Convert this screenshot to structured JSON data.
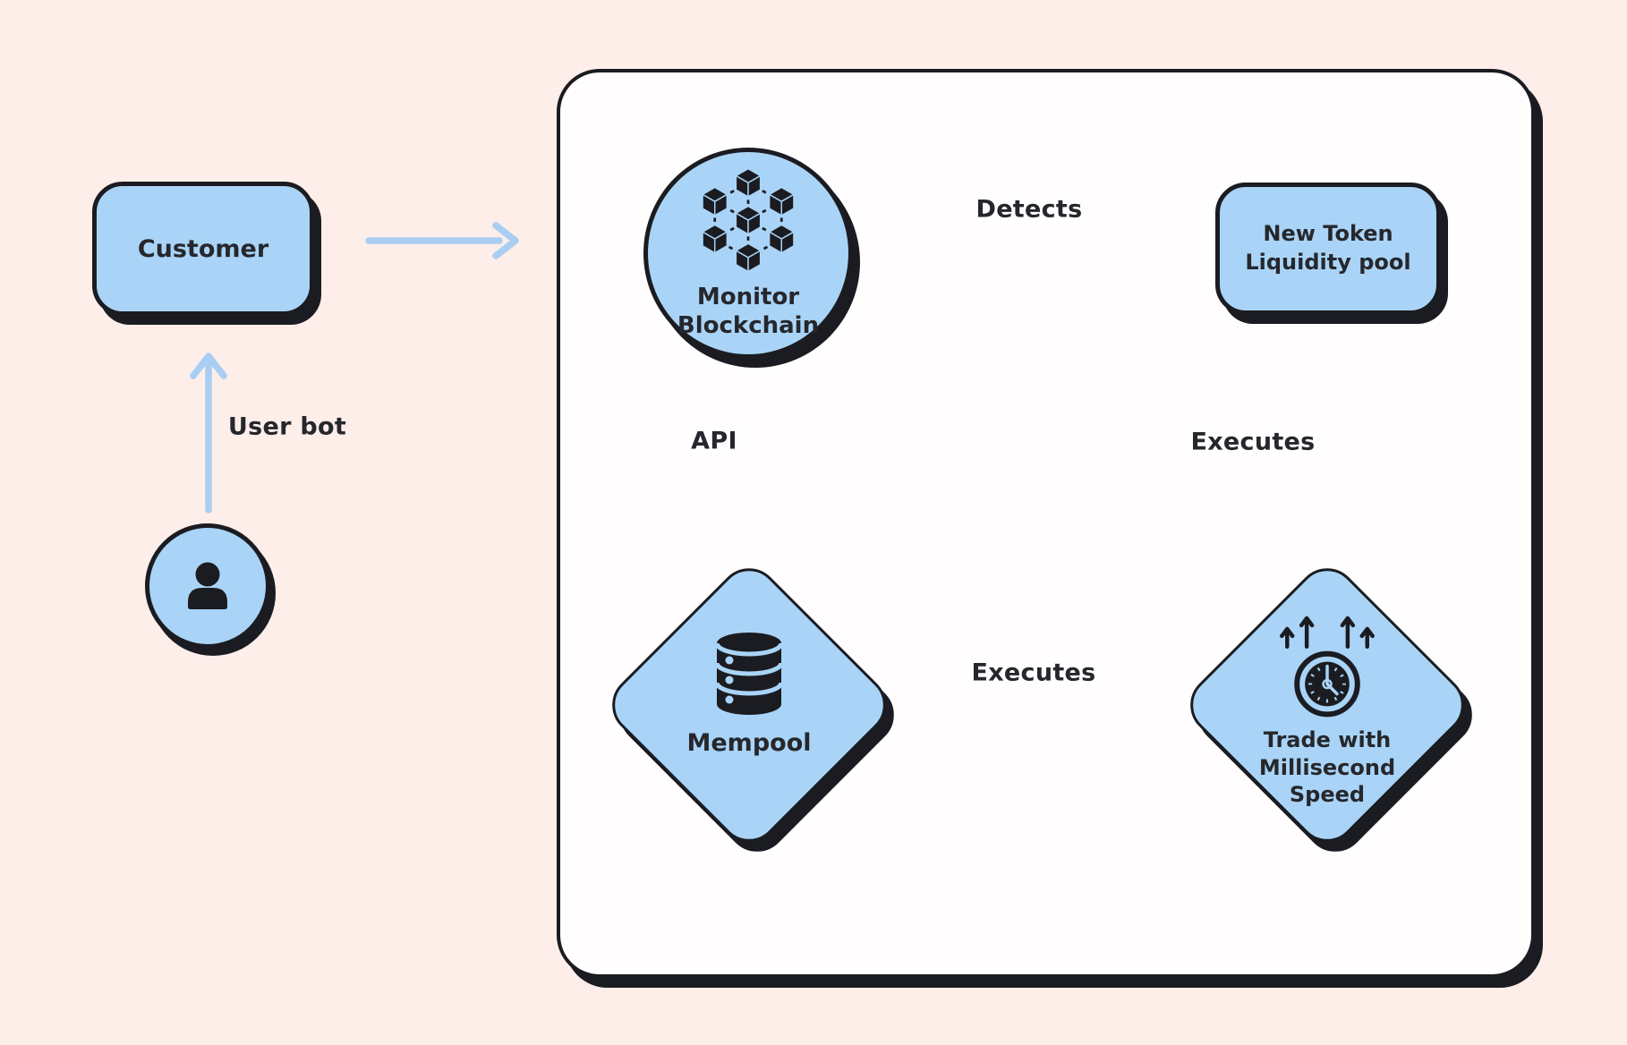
{
  "colors": {
    "bg": "#fdeeea",
    "panel": "#fffdfd",
    "node_fill": "#a9d4f7",
    "arrow": "#a9cdf3",
    "ink": "#1b1c21",
    "text": "#26272c"
  },
  "diagram": {
    "customer": {
      "label": "Customer"
    },
    "user_bot_edge": {
      "label": "User bot"
    },
    "monitor": {
      "lines": [
        "Monitor",
        "Blockchain"
      ]
    },
    "liquidity": {
      "lines": [
        "New Token",
        "Liquidity pool"
      ]
    },
    "mempool": {
      "label": "Mempool"
    },
    "trade": {
      "lines": [
        "Trade with",
        "Millisecond",
        "Speed"
      ]
    },
    "edges": {
      "detects": "Detects",
      "api": "API",
      "executes_right": "Executes",
      "executes_bottom": "Executes"
    }
  }
}
